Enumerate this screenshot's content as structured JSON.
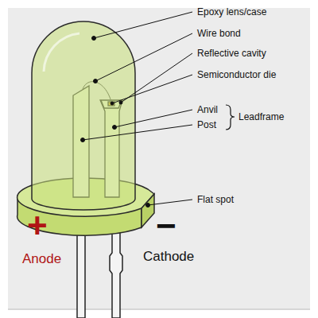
{
  "diagram": {
    "labels": [
      "Epoxy lens/case",
      "Wire bond",
      "Reflective cavity",
      "Semiconductor die",
      "Anvil",
      "Post",
      "Leadframe",
      "Flat spot",
      "+",
      "Anode",
      "−",
      "Cathode"
    ]
  }
}
